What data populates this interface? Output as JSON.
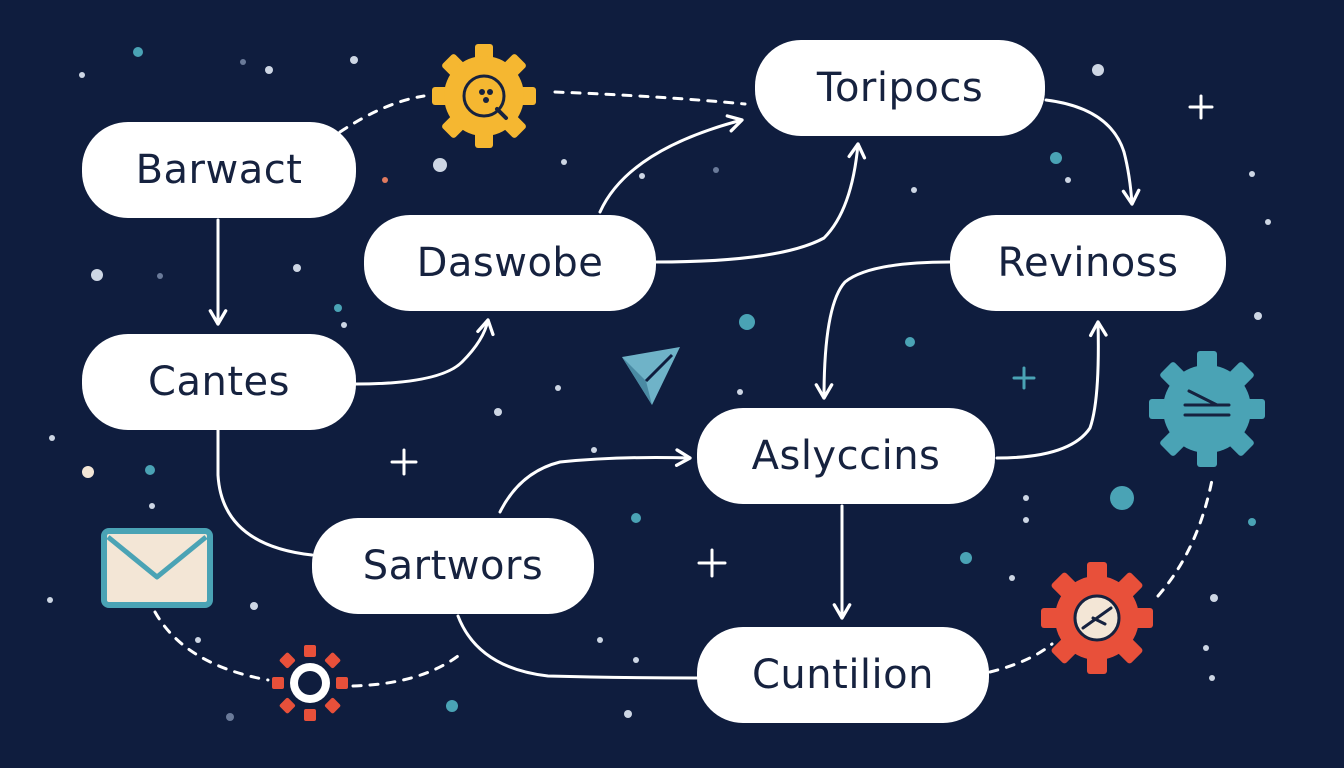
{
  "nodes": {
    "barwact": "Barwact",
    "daswobe": "Daswobe",
    "toripocs": "Toripocs",
    "revinoss": "Revinoss",
    "cantes": "Cantes",
    "aslyccins": "Aslyccins",
    "sartwors": "Sartwors",
    "cuntilion": "Cuntilion"
  },
  "colors": {
    "background": "#0f1d3e",
    "node_fill": "#ffffff",
    "node_text": "#16223f",
    "connector": "#ffffff",
    "gear_yellow": "#f5b731",
    "gear_teal": "#4aa3b5",
    "gear_red": "#e8503a",
    "envelope": "#4aa3b5",
    "paper_plane": "#6fb3c8"
  },
  "icons": [
    "gear-icon",
    "gear-icon",
    "gear-icon",
    "gear-icon",
    "envelope-icon",
    "paper-plane-icon",
    "plus-icon"
  ]
}
